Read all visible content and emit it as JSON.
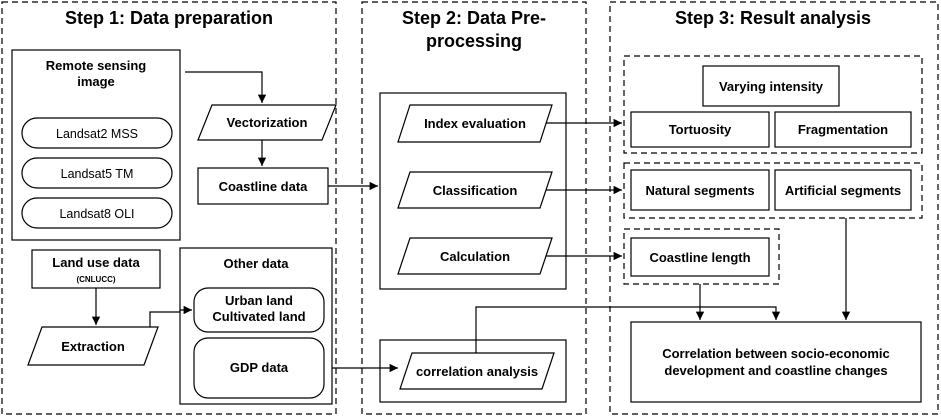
{
  "steps": {
    "step1": "Step 1: Data preparation",
    "step2_line1": "Step 2: Data Pre-",
    "step2_line2": "processing",
    "step3": "Step 3: Result analysis"
  },
  "step1": {
    "remote_sensing_line1": "Remote sensing",
    "remote_sensing_line2": "image",
    "sensors": [
      "Landsat2 MSS",
      "Landsat5 TM",
      "Landsat8 OLI"
    ],
    "vectorization": "Vectorization",
    "coastline_data": "Coastline data",
    "land_use": "Land use data",
    "land_use_sub": "(CNLUCC)",
    "extraction": "Extraction",
    "other_data": "Other data",
    "urban_land": "Urban land",
    "cultivated_land": "Cultivated land",
    "gdp_data": "GDP data"
  },
  "step2": {
    "index_evaluation": "Index evaluation",
    "classification": "Classification",
    "calculation": "Calculation",
    "correlation_analysis": "correlation analysis"
  },
  "step3": {
    "varying_intensity": "Varying intensity",
    "tortuosity": "Tortuosity",
    "fragmentation": "Fragmentation",
    "natural_segments": "Natural segments",
    "artificial_segments": "Artificial segments",
    "coastline_length": "Coastline length",
    "correlation_line1": "Correlation between socio-economic",
    "correlation_line2": "development and coastline changes"
  }
}
